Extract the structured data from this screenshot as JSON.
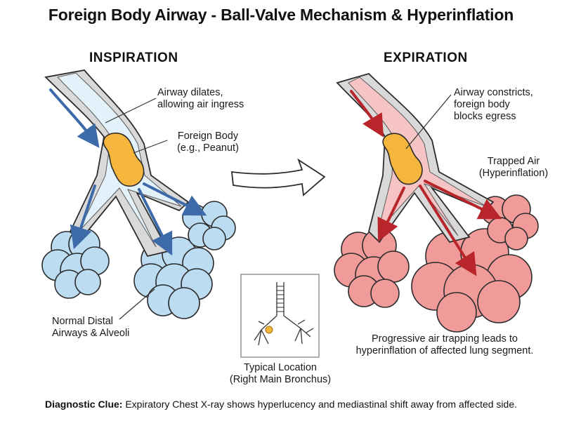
{
  "title": "Foreign Body Airway - Ball-Valve Mechanism & Hyperinflation",
  "inspiration": {
    "heading": "INSPIRATION",
    "airway_label": [
      "Airway dilates,",
      "allowing air ingress"
    ],
    "foreign_body_label": [
      "Foreign Body",
      "(e.g., Peanut)"
    ],
    "alveoli_label": [
      "Normal Distal",
      "Airways & Alveoli"
    ]
  },
  "expiration": {
    "heading": "EXPIRATION",
    "airway_label": [
      "Airway constricts,",
      "foreign body",
      "blocks egress"
    ],
    "trapped_label": [
      "Trapped Air",
      "(Hyperinflation)"
    ],
    "caption": [
      "Progressive air trapping leads to",
      "hyperinflation of affected lung segment."
    ]
  },
  "inset": {
    "label": [
      "Typical Location",
      "(Right Main Bronchus)"
    ]
  },
  "footer": {
    "clue_label": "Diagnostic Clue:",
    "clue_text": " Expiratory Chest X-ray shows hyperlucency and mediastinal shift away from affected side."
  },
  "colors": {
    "airway_normal": "#e3f1fa",
    "airway_wall": "#d9d9d9",
    "alveoli_normal": "#bcdcf2",
    "arrow_blue": "#3d6aa8",
    "foreign_body": "#f6b53c",
    "airway_trapped": "#f6c4c4",
    "alveoli_trapped": "#f19a9a",
    "arrow_red": "#b8262b"
  }
}
